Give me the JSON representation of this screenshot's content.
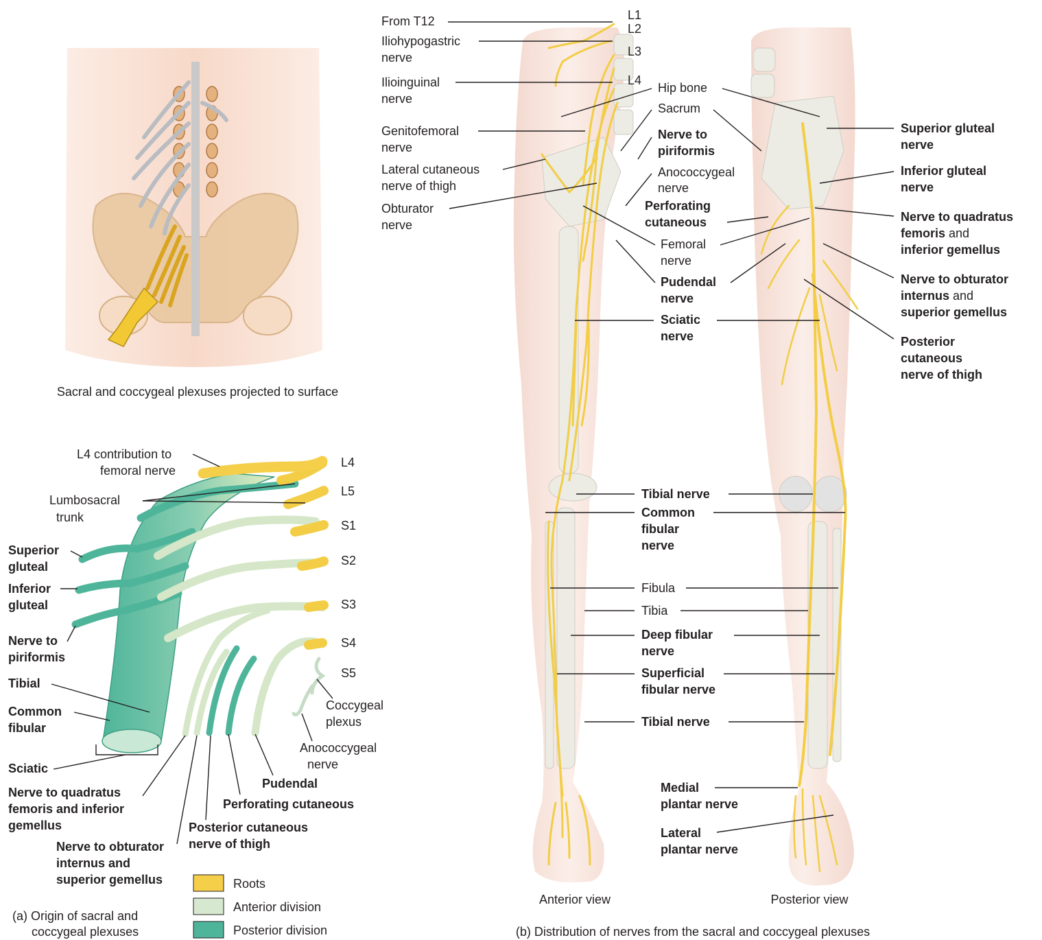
{
  "panel_a_top": {
    "caption": "Sacral and coccygeal plexuses projected to surface"
  },
  "panel_a": {
    "caption_line1": "(a) Origin of sacral and",
    "caption_line2": "coccygeal plexuses",
    "roots": [
      "L4",
      "L5",
      "S1",
      "S2",
      "S3",
      "S4",
      "S5"
    ],
    "labels": {
      "l4_contrib_1": "L4 contribution to",
      "l4_contrib_2": "femoral nerve",
      "lumbosacral_1": "Lumbosacral",
      "lumbosacral_2": "trunk",
      "sup_gluteal_1": "Superior",
      "sup_gluteal_2": "gluteal",
      "inf_gluteal_1": "Inferior",
      "inf_gluteal_2": "gluteal",
      "piriformis_1": "Nerve to",
      "piriformis_2": "piriformis",
      "tibial": "Tibial",
      "common_fibular_1": "Common",
      "common_fibular_2": "fibular",
      "sciatic": "Sciatic",
      "quadratus_1": "Nerve to quadratus",
      "quadratus_2": "femoris and inferior",
      "quadratus_3": "gemellus",
      "obturator_1": "Nerve to obturator",
      "obturator_2": "internus and",
      "obturator_3": "superior gemellus",
      "post_cut_1": "Posterior cutaneous",
      "post_cut_2": "nerve of thigh",
      "pudendal": "Pudendal",
      "perforating": "Perforating cutaneous",
      "coccygeal_1": "Coccygeal",
      "coccygeal_2": "plexus",
      "anococcygeal_1": "Anococcygeal",
      "anococcygeal_2": "nerve"
    },
    "legend": [
      {
        "label": "Roots",
        "color": "#f5cf4a"
      },
      {
        "label": "Anterior division",
        "color": "#d6e8cf"
      },
      {
        "label": "Posterior division",
        "color": "#4fb59a"
      }
    ]
  },
  "panel_b": {
    "caption": "(b) Distribution of nerves from the sacral and coccygeal plexuses",
    "anterior_view": "Anterior view",
    "posterior_view": "Posterior view",
    "spine_levels": [
      "L1",
      "L2",
      "L3",
      "L4"
    ],
    "left_labels": {
      "from_t12": "From T12",
      "iliohypo_1": "Iliohypogastric",
      "iliohypo_2": "nerve",
      "ilioing_1": "Ilioinguinal",
      "ilioing_2": "nerve",
      "genito_1": "Genitofemoral",
      "genito_2": "nerve",
      "latcut_1": "Lateral cutaneous",
      "latcut_2": "nerve of thigh",
      "obtur_1": "Obturator",
      "obtur_2": "nerve"
    },
    "center_labels": {
      "hip_bone": "Hip bone",
      "sacrum": "Sacrum",
      "piriformis_1": "Nerve to",
      "piriformis_2": "piriformis",
      "anococ_1": "Anococcygeal",
      "anococ_2": "nerve",
      "perfor_1": "Perforating",
      "perfor_2": "cutaneous",
      "femoral_1": "Femoral",
      "femoral_2": "nerve",
      "pudendal_1": "Pudendal",
      "pudendal_2": "nerve",
      "sciatic_1": "Sciatic",
      "sciatic_2": "nerve",
      "tibial_1": "Tibial nerve",
      "common_fib_1": "Common",
      "common_fib_2": "fibular",
      "common_fib_3": "nerve",
      "fibula": "Fibula",
      "tibia": "Tibia",
      "deep_fib_1": "Deep fibular",
      "deep_fib_2": "nerve",
      "superf_fib_1": "Superficial",
      "superf_fib_2": "fibular nerve",
      "tibial_2": "Tibial nerve",
      "medial_pl_1": "Medial",
      "medial_pl_2": "plantar nerve",
      "lateral_pl_1": "Lateral",
      "lateral_pl_2": "plantar nerve"
    },
    "right_labels": {
      "sup_glut_1": "Superior gluteal",
      "sup_glut_2": "nerve",
      "inf_glut_1": "Inferior gluteal",
      "inf_glut_2": "nerve",
      "quad_1": "Nerve to quadratus",
      "quad_2a": "femoris",
      "quad_2b": " and",
      "quad_3": "inferior gemellus",
      "obt_1": "Nerve to obturator",
      "obt_2a": "internus",
      "obt_2b": " and",
      "obt_3": "superior gemellus",
      "postcut_1": "Posterior",
      "postcut_2": "cutaneous",
      "postcut_3": "nerve of thigh"
    }
  }
}
